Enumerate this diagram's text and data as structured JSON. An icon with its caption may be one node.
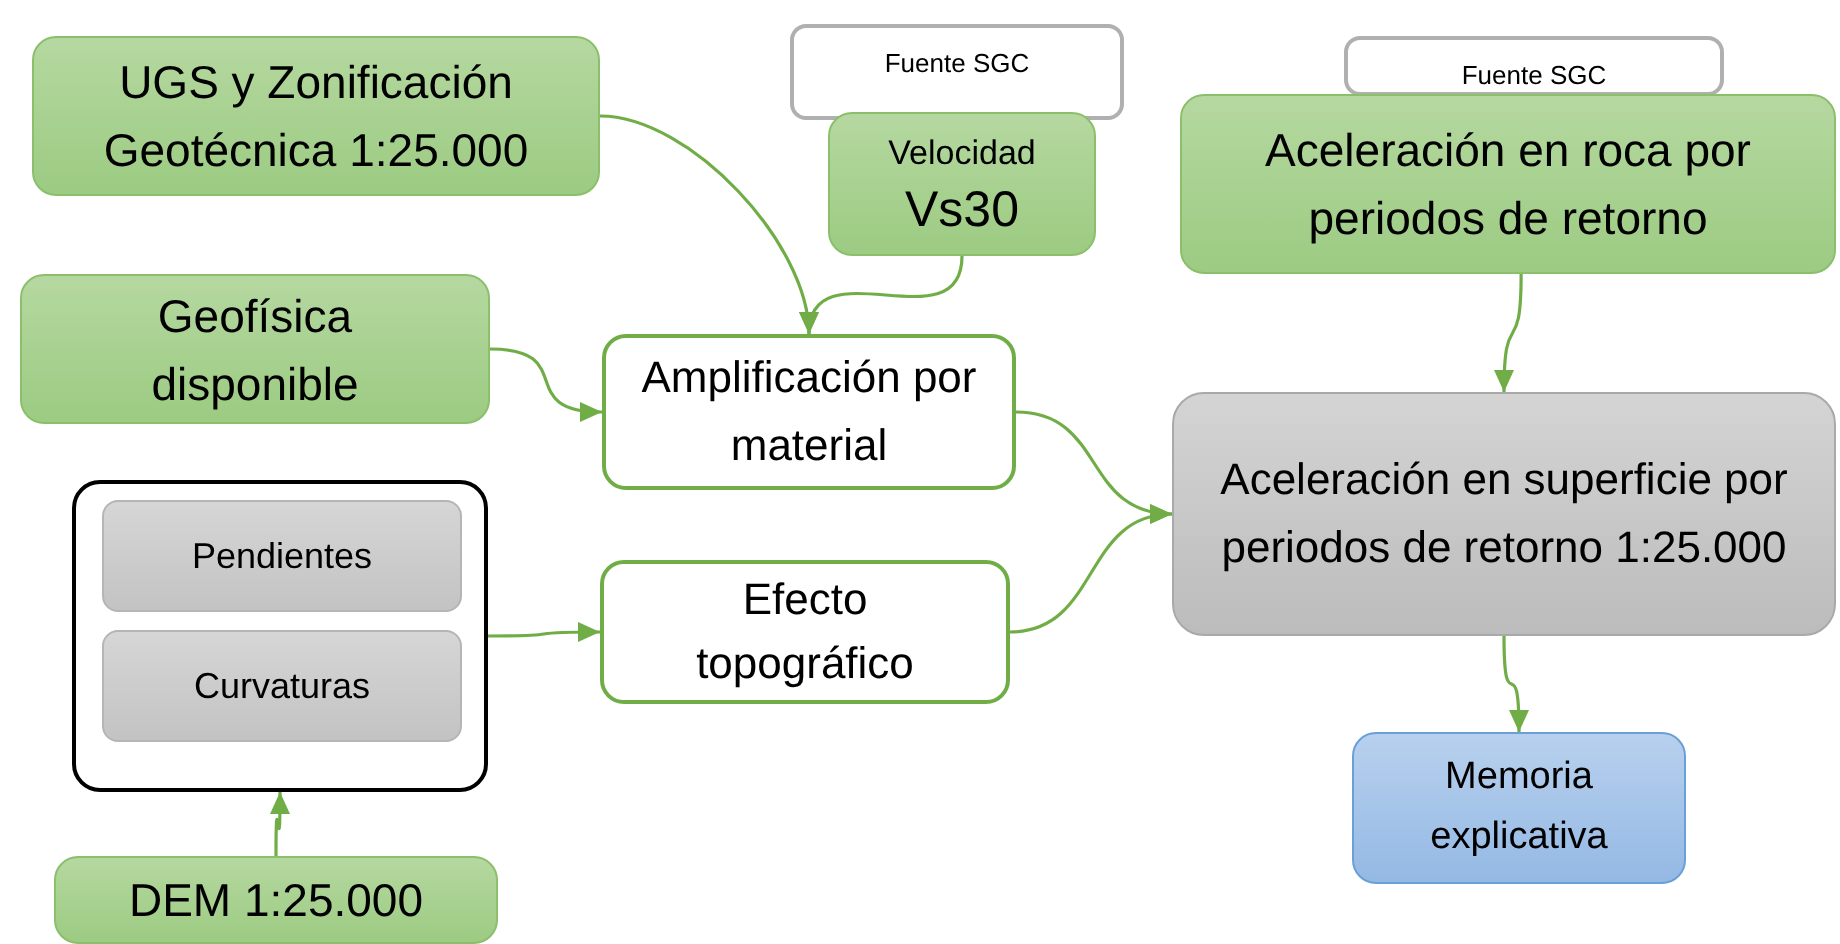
{
  "diagram": {
    "nodes": [
      {
        "text": [
          "UGS y Zonificación Geotécnica 1:25.000"
        ]
      },
      {
        "text": [
          "Fuente SGC"
        ]
      },
      {
        "text": [
          "Velocidad",
          "Vs30"
        ]
      },
      {
        "text": [
          "Fuente SGC"
        ]
      },
      {
        "text": [
          "Aceleración en roca por periodos de retorno"
        ]
      },
      {
        "text": [
          "Geofísica disponible"
        ]
      },
      {
        "text": [
          "Amplificación por material"
        ]
      },
      {
        "text": [],
        "shape": "box"
      },
      {
        "text": [
          "Pendientes"
        ],
        "in": 7
      },
      {
        "text": [
          "Curvaturas"
        ],
        "in": 7
      },
      {
        "text": [
          "Efecto topográfico"
        ]
      },
      {
        "text": [
          "Aceleración en superficie por periodos de retorno 1:25.000"
        ]
      },
      {
        "text": [
          "DEM 1:25.000"
        ]
      },
      {
        "text": [
          "Memoria explicativa"
        ]
      }
    ],
    "edges": [
      {
        "from": 0,
        "to": 6,
        "arrow": "to"
      },
      {
        "from": 2,
        "to": 6,
        "arrow": "to"
      },
      {
        "from": 5,
        "to": 6,
        "arrow": "to"
      },
      {
        "from": 6,
        "to": 11,
        "arrow": "to"
      },
      {
        "from": 10,
        "to": 11,
        "arrow": "to"
      },
      {
        "from": 7,
        "to": 10,
        "arrow": "to"
      },
      {
        "from": 12,
        "to": 7,
        "arrow": "to"
      },
      {
        "from": 4,
        "to": 11,
        "arrow": "to"
      },
      {
        "from": 11,
        "to": 13,
        "arrow": "to"
      }
    ]
  }
}
